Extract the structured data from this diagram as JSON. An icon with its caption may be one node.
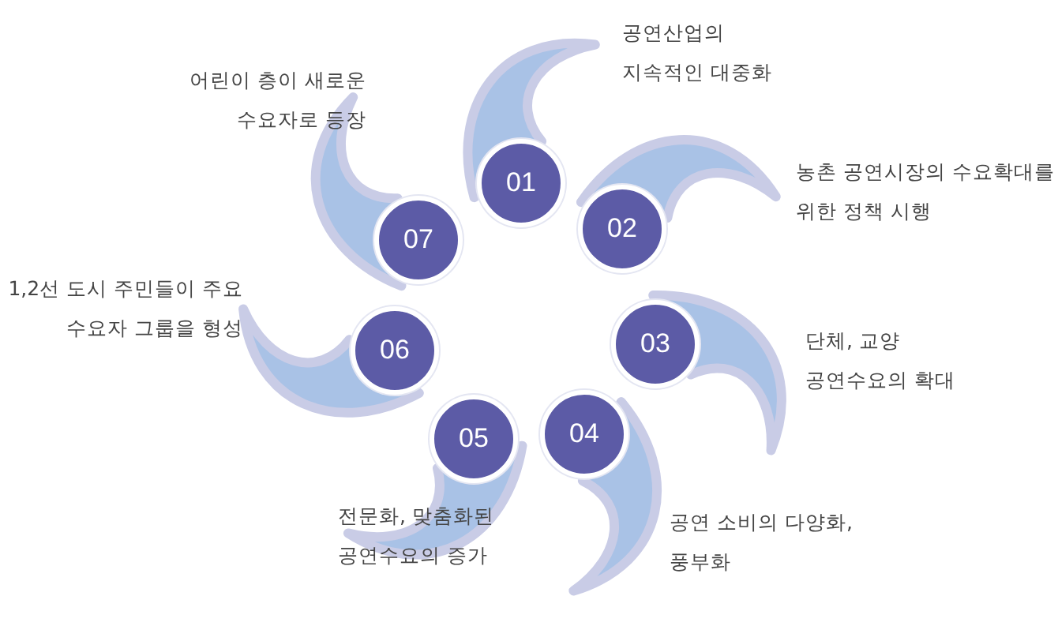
{
  "diagram": {
    "nodes": [
      {
        "text": [
          "01"
        ]
      },
      {
        "text": [
          "02"
        ]
      },
      {
        "text": [
          "03"
        ]
      },
      {
        "text": [
          "04"
        ]
      },
      {
        "text": [
          "05"
        ]
      },
      {
        "text": [
          "06"
        ]
      },
      {
        "text": [
          "07"
        ]
      }
    ],
    "labels": [
      "공연산업의 지속적인 대중화",
      "어린이 층이 새로운 수요자로 등장",
      "농촌 공연시장의 수요확대를 위한 정책 시행",
      "1,2선 도시 주민들이 주요 수요자 그룹을 형성",
      "단체, 교양 공연수요의 확대",
      "전문화, 맞춤화된 공연수요의 증가",
      "공연 소비의 다양화, 풍부화"
    ]
  }
}
